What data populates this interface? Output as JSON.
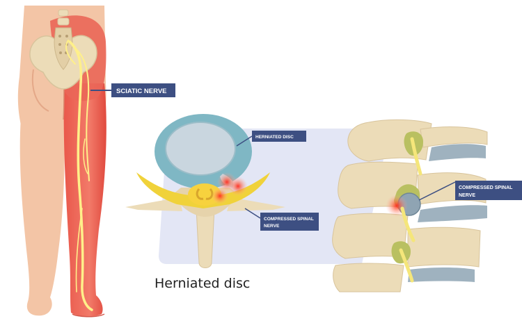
{
  "labels": {
    "sciatic": "SCIATIC NERVE",
    "herniated_disc_tag": "HERNIATED DISC",
    "compressed_nerve_1": [
      "COMPRESSED SPINAL",
      "NERVE"
    ],
    "compressed_nerve_2": [
      "COMPRESSED SPINAL",
      "NERVE"
    ]
  },
  "caption": "Herniated disc",
  "colors": {
    "skin": "#f3c5a6",
    "skin_shadow": "#e9ad8d",
    "inflamed": "#e85b4f",
    "inflamed_light": "#f08a76",
    "nerve": "#fff08a",
    "bone": "#ecdcb8",
    "bone_shade": "#d8c49c",
    "disc_outer": "#7fb7c4",
    "disc_inner": "#c5d3dc",
    "spinal_nerve": "#f0d23a",
    "tag_bg": "#3d4f82",
    "backdrop": "#e3e6f5",
    "pain_glow": "#ff3b2f"
  }
}
